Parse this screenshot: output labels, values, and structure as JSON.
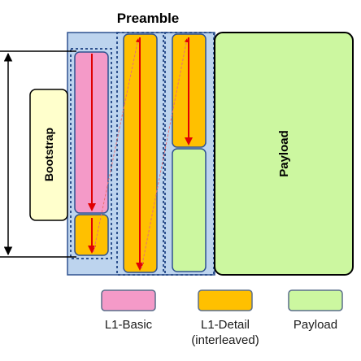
{
  "title": "Preamble",
  "labels": {
    "bootstrap": "Bootstrap",
    "payload_block": "Payload"
  },
  "legend": [
    {
      "key": "l1_basic",
      "line1": "L1-Basic",
      "line2": "",
      "color": "#f49ac8",
      "border": "#5a6e8a"
    },
    {
      "key": "l1_detail",
      "line1": "L1-Detail",
      "line2": "(interleaved)",
      "color": "#ffc000",
      "border": "#5a6e8a"
    },
    {
      "key": "payload",
      "line1": "Payload",
      "line2": "",
      "color": "#ccf7a0",
      "border": "#5a6e8a"
    }
  ],
  "colors": {
    "preamble_bg": "#bdd4ee",
    "preamble_border": "#2f528f",
    "bootstrap_fill": "#ffffcc",
    "l1_basic": "#f49ac8",
    "l1_detail": "#ffc000",
    "payload": "#ccf7a0",
    "arrow": "#e00000",
    "dim_line": "#000000"
  }
}
